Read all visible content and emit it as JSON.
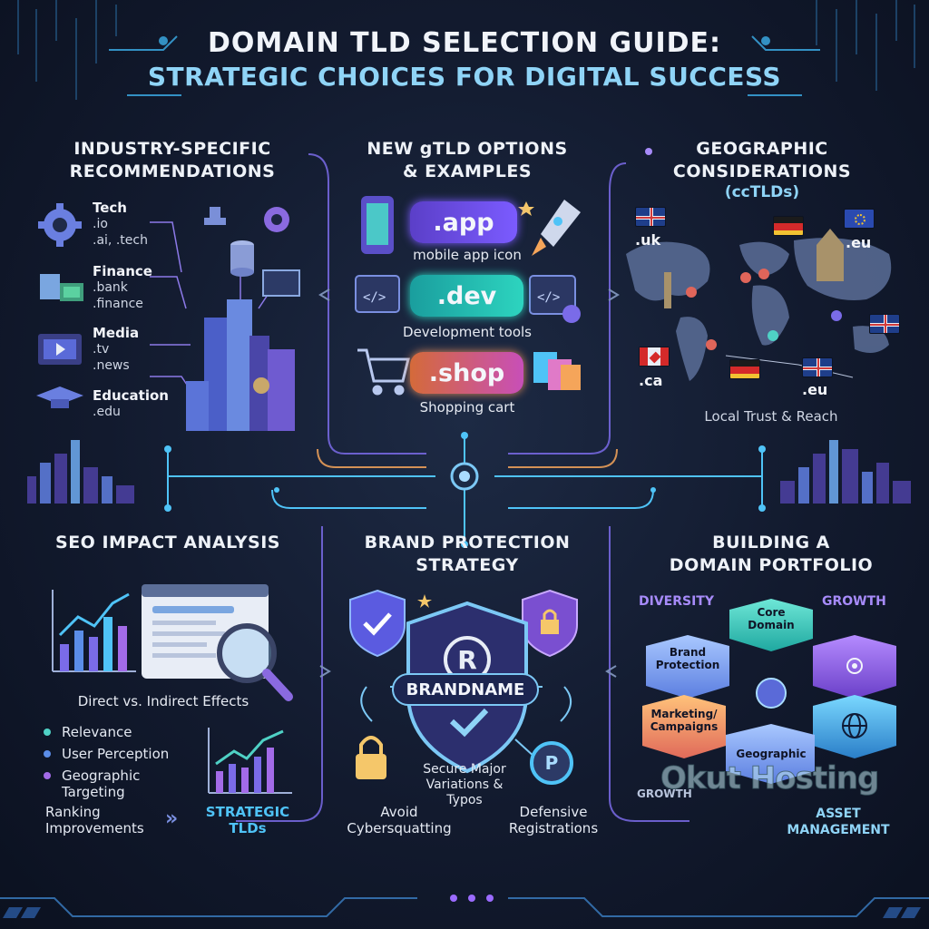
{
  "title": {
    "line1": "DOMAIN TLD SELECTION GUIDE:",
    "line2": "STRATEGIC CHOICES FOR DIGITAL SUCCESS"
  },
  "industry": {
    "heading_line1": "INDUSTRY-SPECIFIC",
    "heading_line2": "RECOMMENDATIONS",
    "items": [
      {
        "name": "Tech",
        "tlds": [
          ".io",
          ".ai, .tech"
        ]
      },
      {
        "name": "Finance",
        "tlds": [
          ".bank",
          ".finance"
        ]
      },
      {
        "name": "Media",
        "tlds": [
          ".tv",
          ".news"
        ]
      },
      {
        "name": "Education",
        "tlds": [
          ".edu"
        ]
      }
    ]
  },
  "gtld": {
    "heading_line1": "NEW gTLD OPTIONS",
    "heading_line2": "& EXAMPLES",
    "items": [
      {
        "tld": ".app",
        "caption": "mobile app icon"
      },
      {
        "tld": ".dev",
        "caption": "Development tools"
      },
      {
        "tld": ".shop",
        "caption": "Shopping cart"
      }
    ]
  },
  "geo": {
    "heading_line1": "GEOGRAPHIC",
    "heading_line2": "CONSIDERATIONS",
    "subheading": "(ccTLDs)",
    "labels": [
      ".uk",
      ".eu",
      ".ca",
      ".eu"
    ],
    "caption": "Local Trust & Reach"
  },
  "seo": {
    "heading": "SEO IMPACT ANALYSIS",
    "caption": "Direct vs. Indirect Effects",
    "bullets": [
      {
        "text": "Relevance",
        "color": "#4fd1c5"
      },
      {
        "text": "User Perception",
        "color": "#5b8de8"
      },
      {
        "text": "Geographic Targeting",
        "color": "#a36be8"
      }
    ],
    "ranking_line1": "Ranking",
    "ranking_line2": "Improvements",
    "strategic_line1": "STRATEGIC",
    "strategic_line2": "TLDs"
  },
  "brand": {
    "heading_line1": "BRAND PROTECTION",
    "heading_line2": "STRATEGY",
    "banner": "BRANDNAME",
    "secure_line1": "Secure Major",
    "secure_line2": "Variations &",
    "secure_line3": "Typos",
    "avoid_line1": "Avoid",
    "avoid_line2": "Cybersquatting",
    "defensive_line1": "Defensive",
    "defensive_line2": "Registrations"
  },
  "portfolio": {
    "heading_line1": "BUILDING A",
    "heading_line2": "DOMAIN PORTFOLIO",
    "diversity": "DIVERSITY",
    "growth": "GROWTH",
    "core_line1": "Core",
    "core_line2": "Domain",
    "brand_line1": "Brand",
    "brand_line2": "Protection",
    "marketing_line1": "Marketing/",
    "marketing_line2": "Campaigns",
    "geographic": "Geographic",
    "growth_small": "GROWTH",
    "asset_line1": "ASSET",
    "asset_line2": "MANAGEMENT"
  },
  "watermark": "Okut Hosting",
  "colors": {
    "accent_cyan": "#4fc3f7",
    "accent_purple": "#9b6bff",
    "accent_orange": "#f5a55a",
    "accent_teal": "#2dd4bf"
  }
}
